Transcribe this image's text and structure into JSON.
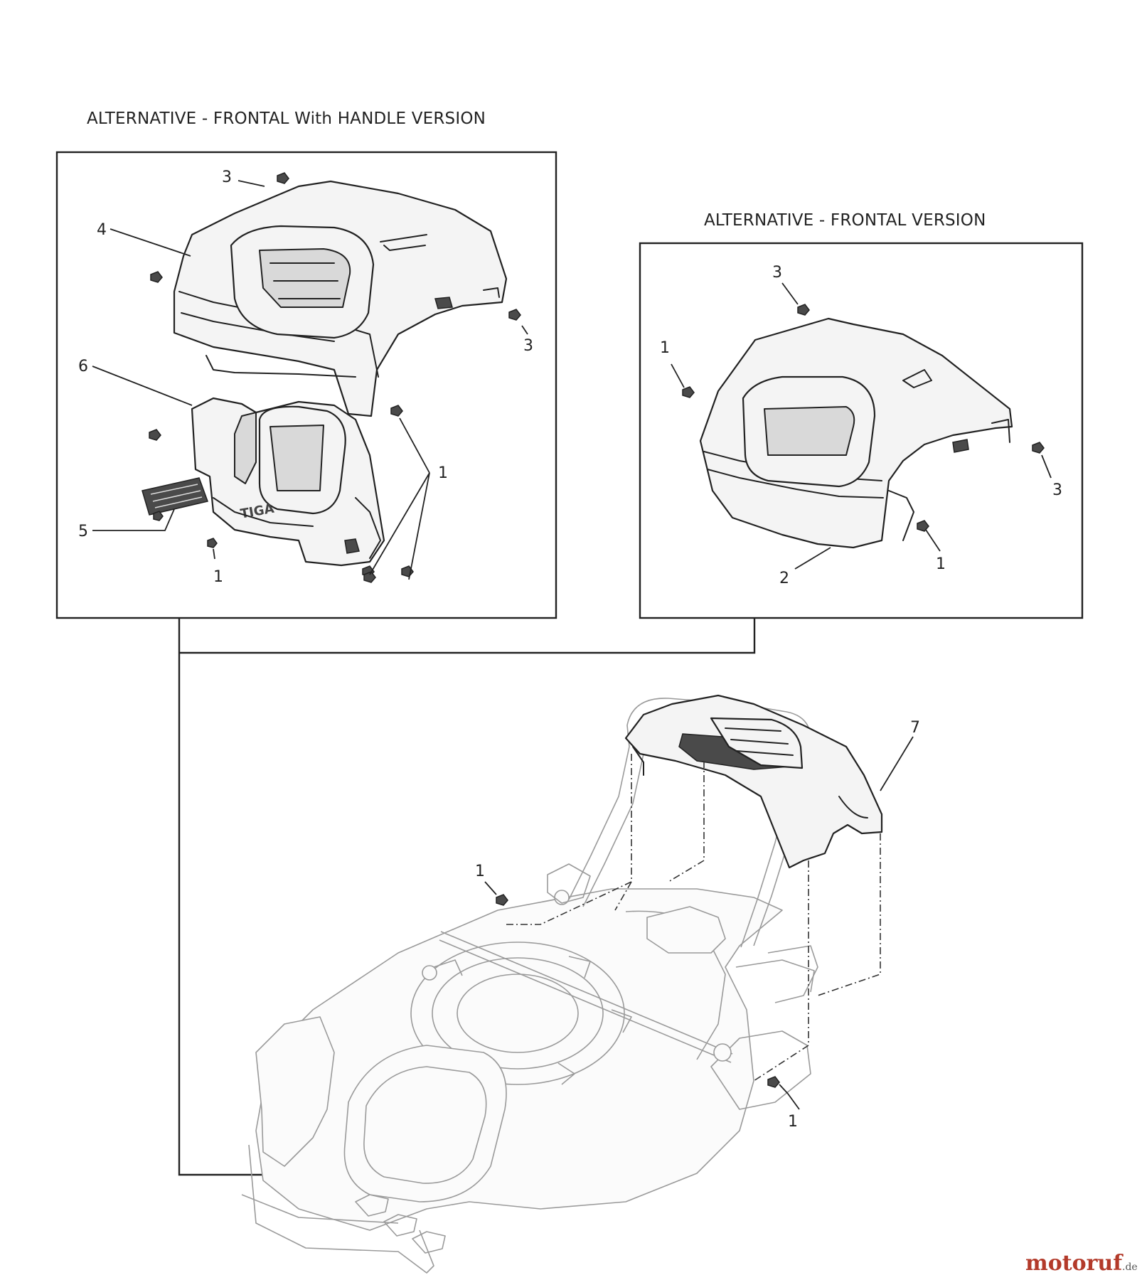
{
  "titles": {
    "handle_version": "ALTERNATIVE - FRONTAL With HANDLE VERSION",
    "frontal_version": "ALTERNATIVE - FRONTAL VERSION"
  },
  "callouts": {
    "left_box": [
      "3",
      "4",
      "3",
      "6",
      "1",
      "5",
      "1"
    ],
    "right_box": [
      "3",
      "1",
      "3",
      "1",
      "2"
    ],
    "main": [
      "7",
      "1",
      "1"
    ]
  },
  "watermark": {
    "brand": "motoruf",
    "tld": ".de",
    "brand_color": "#b33a2a"
  }
}
